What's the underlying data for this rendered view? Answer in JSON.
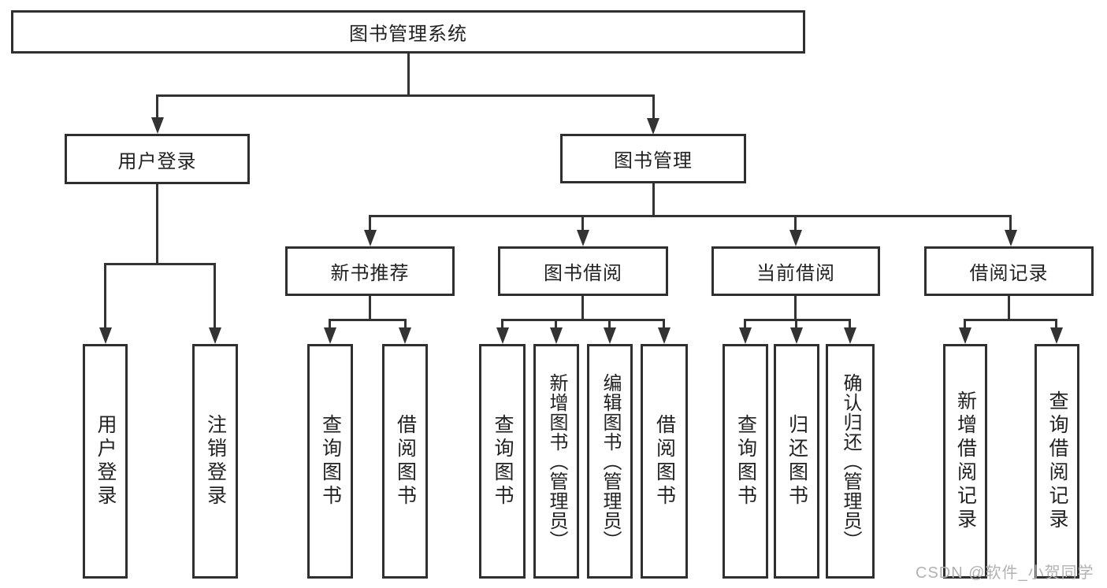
{
  "tree": {
    "label": "图书管理系统",
    "children": [
      {
        "label": "用户登录",
        "children": [
          {
            "label": "用户登录"
          },
          {
            "label": "注销登录"
          }
        ]
      },
      {
        "label": "图书管理",
        "children": [
          {
            "label": "新书推荐",
            "children": [
              {
                "label": "查询图书"
              },
              {
                "label": "借阅图书"
              }
            ]
          },
          {
            "label": "图书借阅",
            "children": [
              {
                "label": "查询图书"
              },
              {
                "label": "新增图书（管理员）"
              },
              {
                "label": "编辑图书（管理员）"
              },
              {
                "label": "借阅图书"
              }
            ]
          },
          {
            "label": "当前借阅",
            "children": [
              {
                "label": "查询图书"
              },
              {
                "label": "归还图书"
              },
              {
                "label": "确认归还（管理员）"
              }
            ]
          },
          {
            "label": "借阅记录",
            "children": [
              {
                "label": "新增借阅记录"
              },
              {
                "label": "查询借阅记录"
              }
            ]
          }
        ]
      }
    ]
  },
  "watermark": {
    "text": "CSDN @软件_小贺同学"
  },
  "colors": {
    "background": "#ffffff",
    "box_border": "#2f2f2f",
    "connector": "#333333",
    "text": "#222222",
    "watermark": "#b2b2b2"
  }
}
